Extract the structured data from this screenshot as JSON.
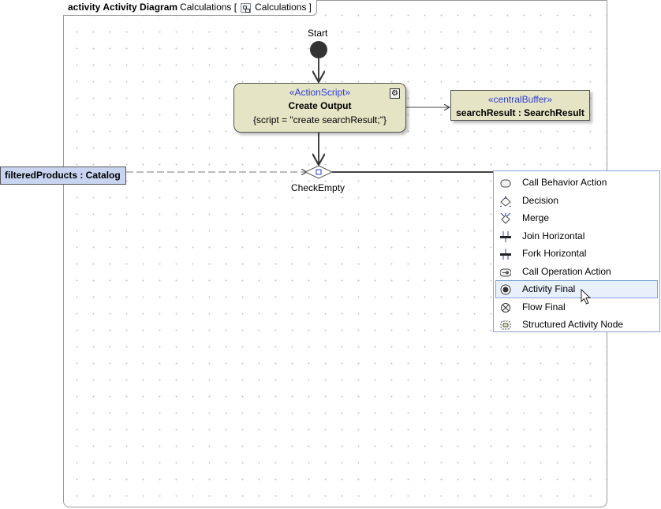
{
  "frame": {
    "keyword": "activity",
    "title": "Activity Diagram",
    "context_prefix": "Calculations [",
    "context_link": "Calculations",
    "context_suffix": "]"
  },
  "initial_node": {
    "label": "Start"
  },
  "action": {
    "stereotype": "«ActionScript»",
    "name": "Create Output",
    "script": "{script = \"create searchResult;\"}"
  },
  "buffer": {
    "stereotype": "«centralBuffer»",
    "name": "searchResult : SearchResult"
  },
  "input_pin": {
    "label": "filteredProducts : Catalog"
  },
  "decision": {
    "label": "CheckEmpty"
  },
  "popup_menu": {
    "items": [
      {
        "label": "Call Behavior Action",
        "icon": "call-behavior-action-icon"
      },
      {
        "label": "Decision",
        "icon": "decision-icon"
      },
      {
        "label": "Merge",
        "icon": "merge-icon"
      },
      {
        "label": "Join Horizontal",
        "icon": "join-horizontal-icon"
      },
      {
        "label": "Fork Horizontal",
        "icon": "fork-horizontal-icon"
      },
      {
        "label": "Call Operation Action",
        "icon": "call-operation-action-icon"
      },
      {
        "label": "Activity Final",
        "icon": "activity-final-icon",
        "selected": true
      },
      {
        "label": "Flow Final",
        "icon": "flow-final-icon"
      },
      {
        "label": "Structured Activity Node",
        "icon": "structured-activity-node-icon"
      }
    ]
  },
  "colors": {
    "action_fill": "#e5e4c4",
    "pin_fill": "#c8d4f0",
    "stereotype_text": "#2a3ed8",
    "menu_selected": "#e7f0fb",
    "menu_border": "#7fa6d6"
  }
}
